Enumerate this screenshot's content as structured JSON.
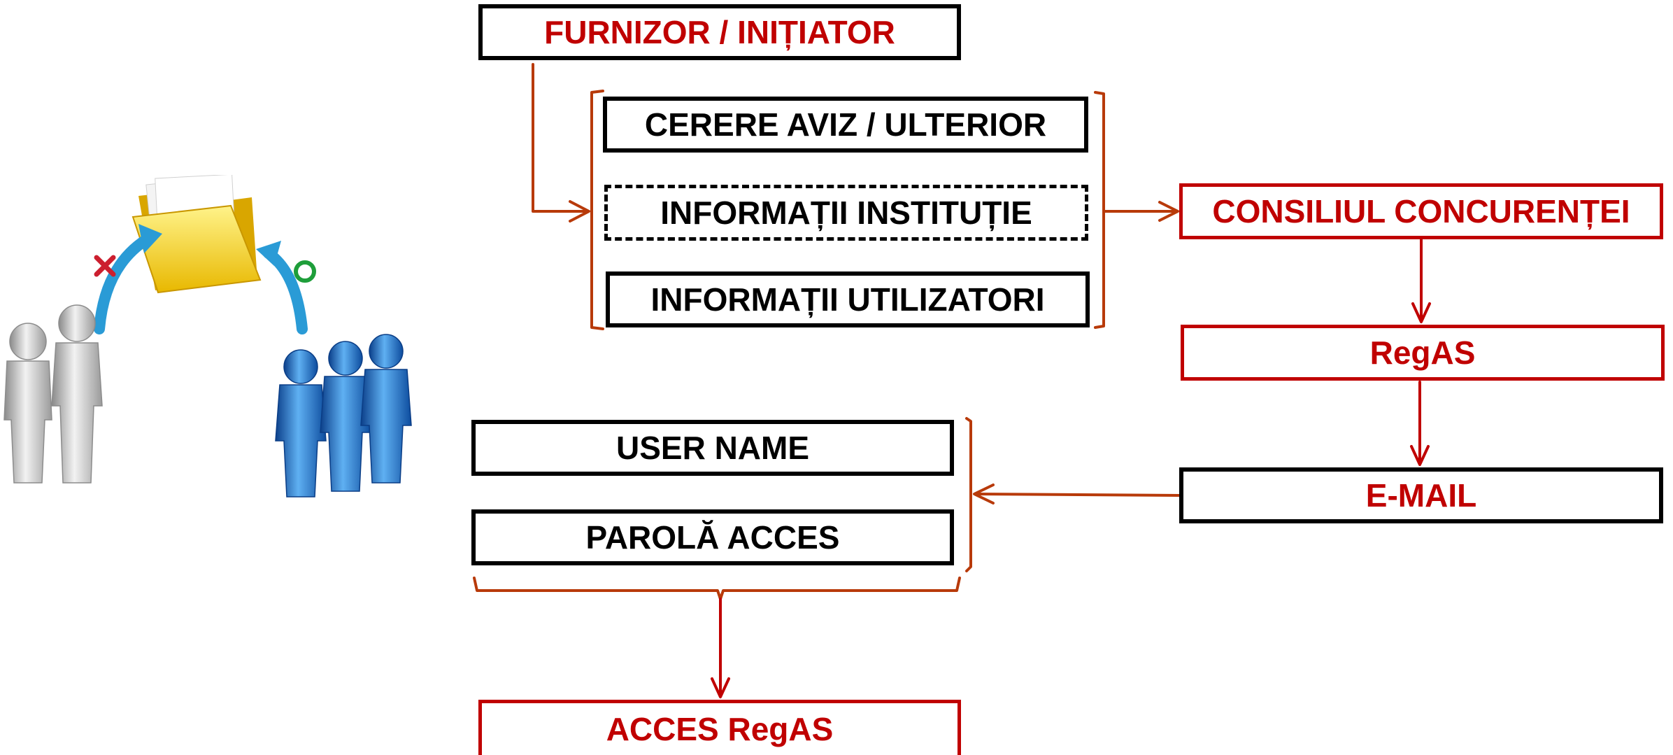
{
  "colors": {
    "accent": "#c00000",
    "connector": "#b83a0a",
    "text": "#000000",
    "folder": "#f5d000",
    "people_blue": "#1f6fc4",
    "people_grey": "#b8b8b8"
  },
  "labels": {
    "initiator": "FURNIZOR / INIȚIATOR",
    "request": "CERERE AVIZ / ULTERIOR",
    "institution_info": "INFORMAȚII INSTITUȚIE",
    "user_info": "INFORMAȚII UTILIZATORI",
    "council": "CONSILIUL CONCURENȚEI",
    "regas": "RegAS",
    "email": "E-MAIL",
    "username": "USER NAME",
    "password": "PAROLĂ ACCES",
    "access": "ACCES RegAS"
  },
  "illustration": {
    "icons": [
      "grey-people-icon",
      "blue-people-icon",
      "folder-icon",
      "reject-x-icon",
      "approve-circle-icon"
    ]
  }
}
